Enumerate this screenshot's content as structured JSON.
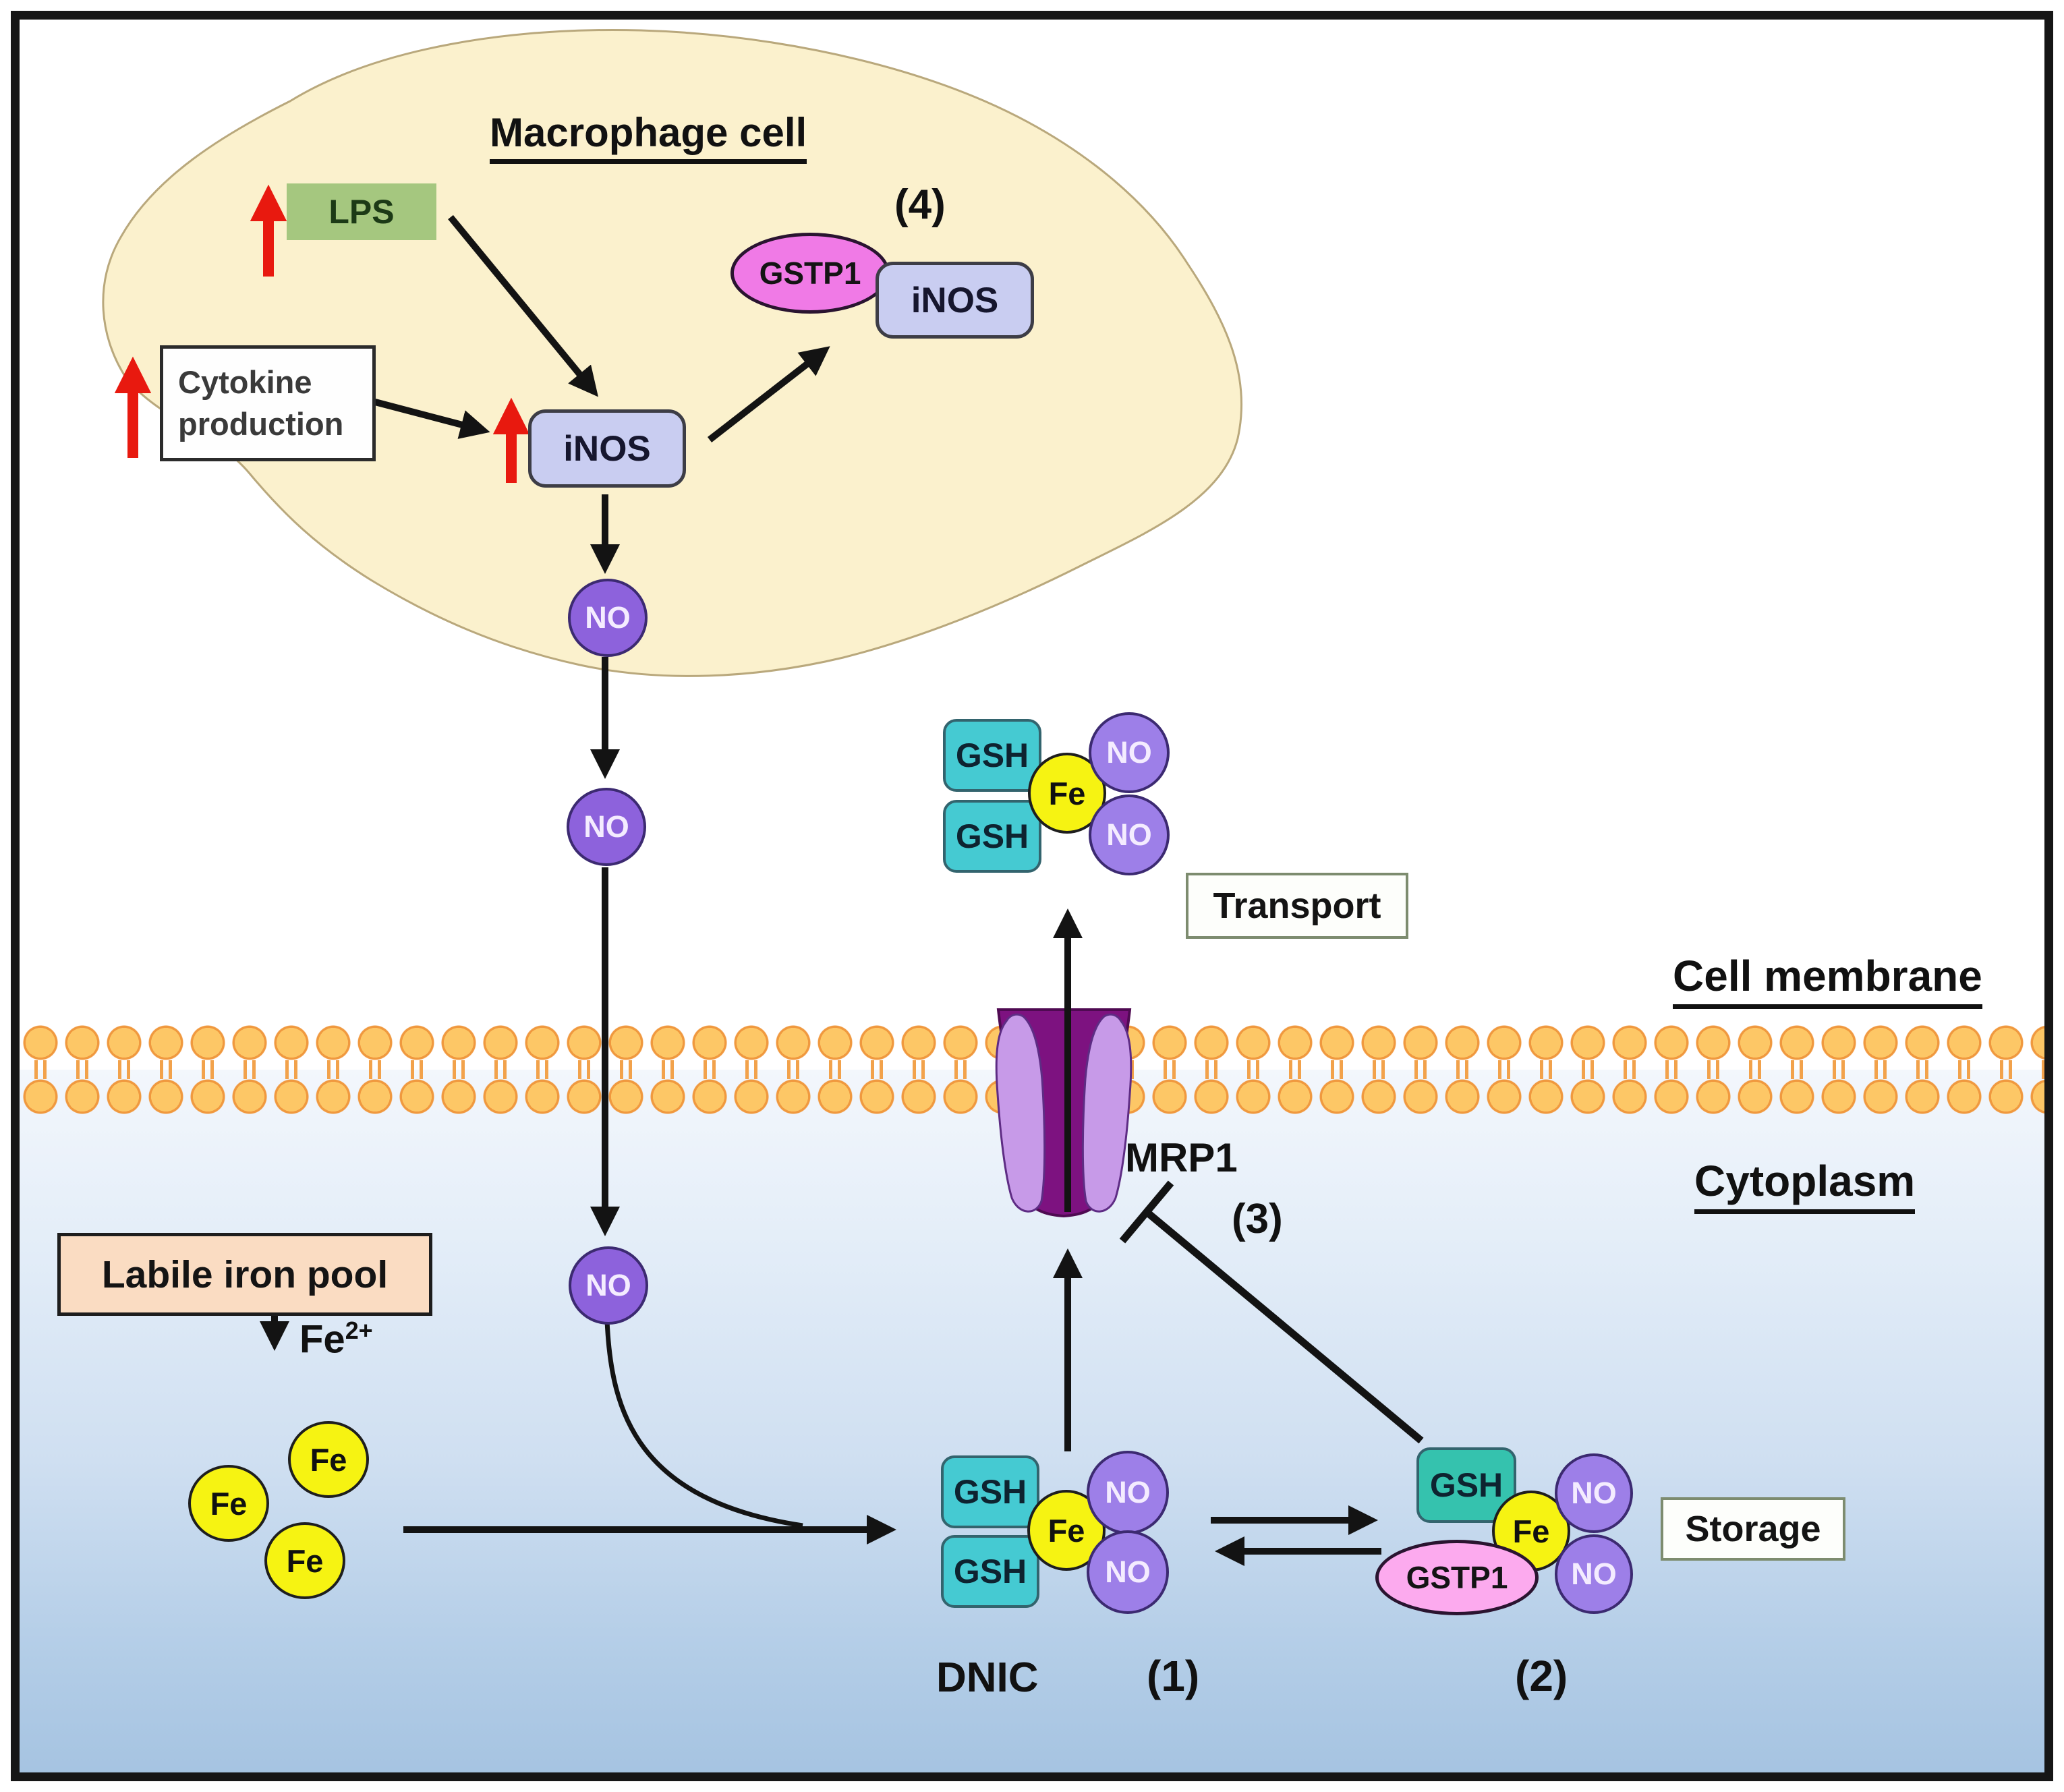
{
  "labels": {
    "macrophage_title": "Macrophage cell",
    "lps": "LPS",
    "cytokine_line1": "Cytokine",
    "cytokine_line2": "production",
    "inos": "iNOS",
    "gstp1": "GSTP1",
    "no": "NO",
    "fe": "Fe",
    "fe_ion_base": "Fe",
    "fe_ion_sup": "2+",
    "gsh": "GSH",
    "dnic": "DNIC",
    "mrp1": "MRP1",
    "cell_membrane": "Cell membrane",
    "cytoplasm": "Cytoplasm",
    "labile_iron_pool": "Labile iron pool",
    "transport": "Transport",
    "storage": "Storage",
    "step1": "(1)",
    "step2": "(2)",
    "step3": "(3)",
    "step4": "(4)"
  },
  "colors": {
    "macrophage_fill": "#fbf1cd",
    "lps_green": "#a5c77f",
    "inos_lavender": "#c9cdf1",
    "gstp1_magenta": "#f07ae6",
    "gstp1_pink": "#fcaaee",
    "no_purple": "#8d62dc",
    "no_purple_light": "#9d7fe8",
    "fe_yellow": "#f6f312",
    "gsh_teal": "#45cad2",
    "gsh_teal_green": "#35c2ae",
    "labile_peach": "#fadcc2",
    "membrane_head": "#fdc766",
    "membrane_tail": "#f2a24b",
    "mrp1_dark": "#7d1280",
    "mrp1_light": "#c79ae8",
    "arrow_black": "#131313",
    "arrow_red": "#e8190f",
    "cytoplasm_blue": "#a5c3e1"
  }
}
